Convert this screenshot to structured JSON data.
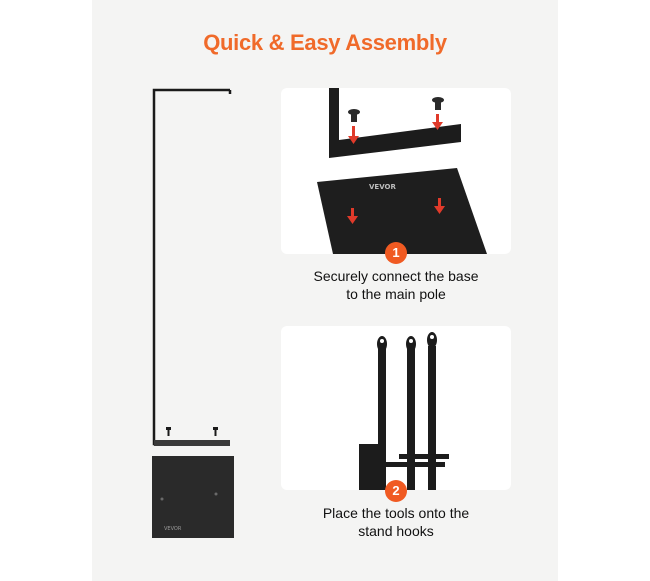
{
  "header": {
    "title": "Quick & Easy Assembly"
  },
  "illustration": {
    "base_brand": "VEVOR"
  },
  "steps": [
    {
      "number": "1",
      "caption_line1": "Securely connect the base",
      "caption_line2": "to the main pole"
    },
    {
      "number": "2",
      "caption_line1": "Place the tools onto the",
      "caption_line2": "stand hooks"
    }
  ],
  "colors": {
    "accent": "#f05a22",
    "title": "#f06a2a",
    "steel": "#1a1a1a",
    "background": "#f4f4f3"
  }
}
